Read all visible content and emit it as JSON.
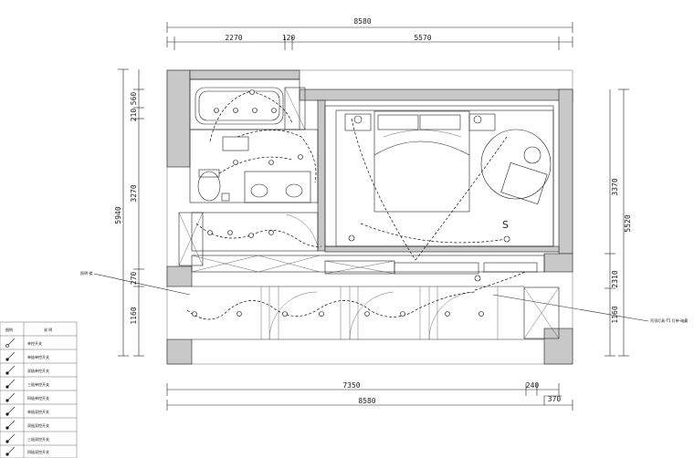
{
  "dimensions": {
    "top_total": "8580",
    "top_segments": [
      "2270",
      "120",
      "5570"
    ],
    "left_segments": [
      "560",
      "210",
      "3270",
      "5940",
      "270",
      "1160"
    ],
    "right_segments": [
      "3370",
      "5520",
      "2310",
      "1160"
    ],
    "bottom_segments": [
      "7350",
      "240",
      "370"
    ],
    "bottom_total": "8580"
  },
  "room_marks": {
    "sofa_mark": "S"
  },
  "callouts": {
    "left": "照明-楼",
    "right": "吊顶灯具-T5 灯带-暗藏"
  },
  "legend": {
    "header_symbol": "图例",
    "header_desc": "说  明",
    "rows": [
      "单控开关",
      "单极单控开关",
      "双极单控开关",
      "三极单控开关",
      "四极单控开关",
      "单极双控开关",
      "双极双控开关",
      "三极双控开关",
      "四极双控开关"
    ]
  }
}
